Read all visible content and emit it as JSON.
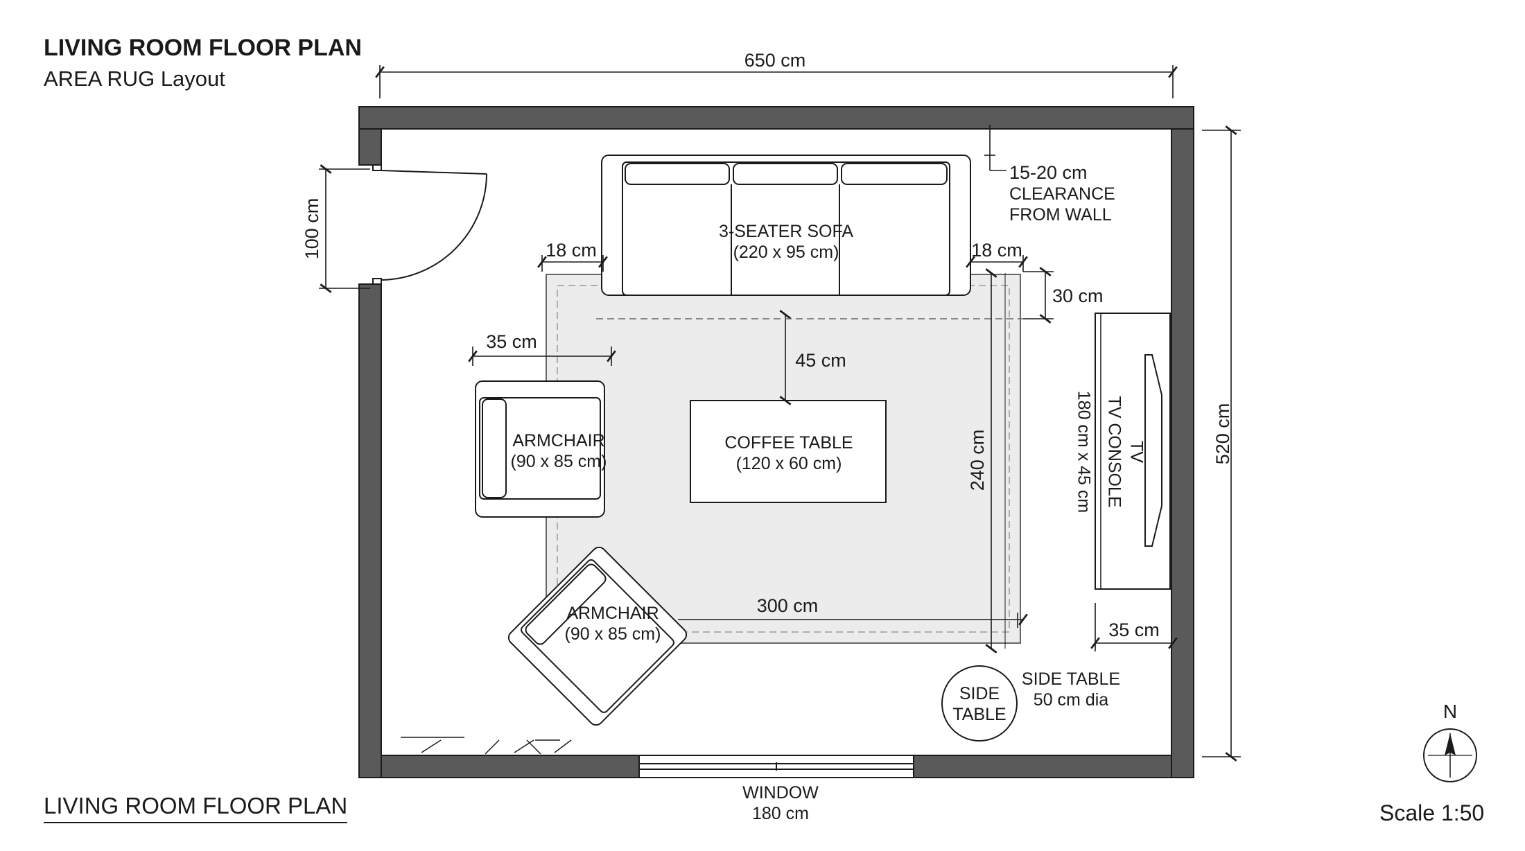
{
  "header": {
    "title": "LIVING ROOM FLOOR PLAN",
    "subtitle": "AREA RUG Layout"
  },
  "footer": {
    "title": "LIVING ROOM FLOOR PLAN",
    "scale": "Scale 1:50"
  },
  "compass": {
    "letter": "N"
  },
  "dimensions": {
    "room_width": "650 cm",
    "room_depth": "520 cm",
    "door_width": "100 cm",
    "sofa_wall_clearance": "15-20 cm",
    "clearance_line1": "CLEARANCE",
    "clearance_line2": "FROM WALL",
    "sofa_overhang_left": "18 cm",
    "sofa_overhang_right": "18 cm",
    "rug_overlap": "30 cm",
    "armchair_overlap": "35 cm",
    "sofa_to_table": "45 cm",
    "rug_depth": "240 cm",
    "rug_width": "300 cm",
    "tv_clearance": "35 cm"
  },
  "furniture": {
    "sofa_name": "3-SEATER SOFA",
    "sofa_size": "(220 x 95 cm)",
    "armchair1_name": "ARMCHAIR",
    "armchair1_size": "(90 x 85 cm)",
    "armchair2_name": "ARMCHAIR",
    "armchair2_size": "(90 x 85 cm)",
    "coffee_table_name": "COFFEE TABLE",
    "coffee_table_size": "(120 x 60 cm)",
    "tv_label": "TV",
    "tv_console_label": "TV CONSOLE",
    "tv_console_size": "180 cm x 45 cm",
    "side_table_line1": "SIDE",
    "side_table_line2": "TABLE",
    "side_table_name": "SIDE TABLE",
    "side_table_size": "50 cm dia"
  },
  "window": {
    "name": "WINDOW",
    "size": "180 cm"
  }
}
